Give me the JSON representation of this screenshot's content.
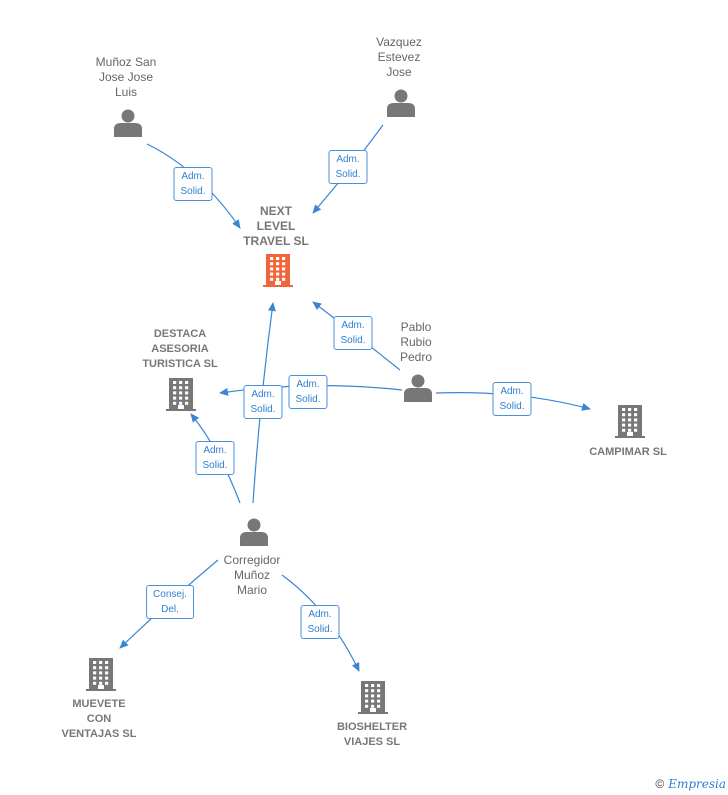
{
  "colors": {
    "edge": "#3a86d4",
    "person": "#777777",
    "company": "#777777",
    "main_company": "#f0653a"
  },
  "nodes": [
    {
      "id": "munoz_san",
      "type": "person",
      "label": "Muñoz San\nJose Jose\nLuis"
    },
    {
      "id": "vazquez",
      "type": "person",
      "label": "Vazquez\nEstevez\nJose"
    },
    {
      "id": "next_level",
      "type": "main",
      "label": "NEXT\nLEVEL\nTRAVEL  SL"
    },
    {
      "id": "destaca",
      "type": "company",
      "label": "DESTACA\nASESORIA\nTURISTICA  SL"
    },
    {
      "id": "pablo",
      "type": "person",
      "label": "Pablo\nRubio\nPedro"
    },
    {
      "id": "campimar",
      "type": "company",
      "label": "CAMPIMAR SL"
    },
    {
      "id": "corregidor",
      "type": "person",
      "label": "Corregidor\nMuñoz\nMario"
    },
    {
      "id": "muevete",
      "type": "company",
      "label": "MUEVETE\nCON\nVENTAJAS SL"
    },
    {
      "id": "bioshelter",
      "type": "company",
      "label": "BIOSHELTER\nVIAJES  SL"
    }
  ],
  "edges": [
    {
      "id": "e1",
      "label": "Adm.\nSolid."
    },
    {
      "id": "e2",
      "label": "Adm.\nSolid."
    },
    {
      "id": "e3",
      "label": "Adm.\nSolid."
    },
    {
      "id": "e4",
      "label": "Adm.\nSolid."
    },
    {
      "id": "e5",
      "label": "Adm.\nSolid."
    },
    {
      "id": "e6",
      "label": "Adm.\nSolid."
    },
    {
      "id": "e7",
      "label": "Adm.\nSolid."
    },
    {
      "id": "e8",
      "label": "Consej.\nDel."
    },
    {
      "id": "e9",
      "label": "Adm.\nSolid."
    }
  ],
  "watermark": {
    "copyright": "©",
    "brand": "Empresia"
  }
}
